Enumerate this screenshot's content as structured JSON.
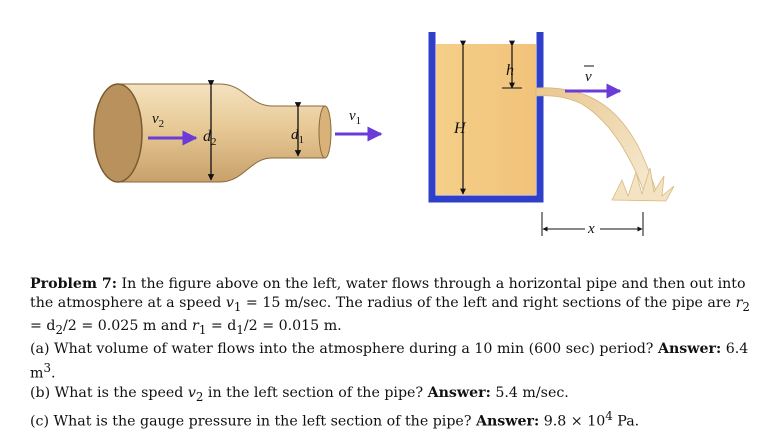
{
  "figure": {
    "left_labels": {
      "v2_sym": "v",
      "v2_sub": "2",
      "d2_sym": "d",
      "d2_sub": "2",
      "d1_sym": "d",
      "d1_sub": "1",
      "v1_sym": "v",
      "v1_sub": "1"
    },
    "right_labels": {
      "h": "h",
      "H": "H",
      "v": "v",
      "x": "x"
    },
    "colors": {
      "pipe_fill": "#e8cc9a",
      "pipe_end": "#b8915c",
      "arrow": "#6a3bd6",
      "tank_wall": "#2f3fc9",
      "water": "#f3c983"
    }
  },
  "problem": {
    "title": "Problem 7:",
    "intro_1": "In the figure above on the left, water flows through a horizontal pipe and then out into the atmosphere at a speed ",
    "v1_sym": "v",
    "v1_sub": "1",
    "intro_2": " = 15 m/sec. The radius of the left and right sections of the pipe are ",
    "r2_sym": "r",
    "r2_sub": "2",
    "eq_r2": " = d",
    "d2_sub": "2",
    "eq_r2_val": "/2 = 0.025 m and ",
    "r1_sym": "r",
    "r1_sub": "1",
    "eq_r1": " = d",
    "d1_sub": "1",
    "eq_r1_val": "/2 = 0.015 m.",
    "qa": {
      "q": "(a) What volume of water flows into the atmosphere during a 10 min (600 sec) period?",
      "ans_label": "Answer:",
      "ans": " 6.4 m",
      "ans_sup": "3",
      "tail": "."
    },
    "qb": {
      "q_pre": "(b) What is the speed ",
      "v_sym": "v",
      "v_sub": "2",
      "q_post": " in the left section of the pipe?",
      "ans_label": "Answer:",
      "ans": " 5.4 m/sec."
    },
    "qc": {
      "q": "(c) What is the gauge pressure in the left section of the pipe?",
      "ans_label": "Answer:",
      "ans": " 9.8 × 10",
      "ans_sup": "4",
      "tail": " Pa."
    }
  }
}
